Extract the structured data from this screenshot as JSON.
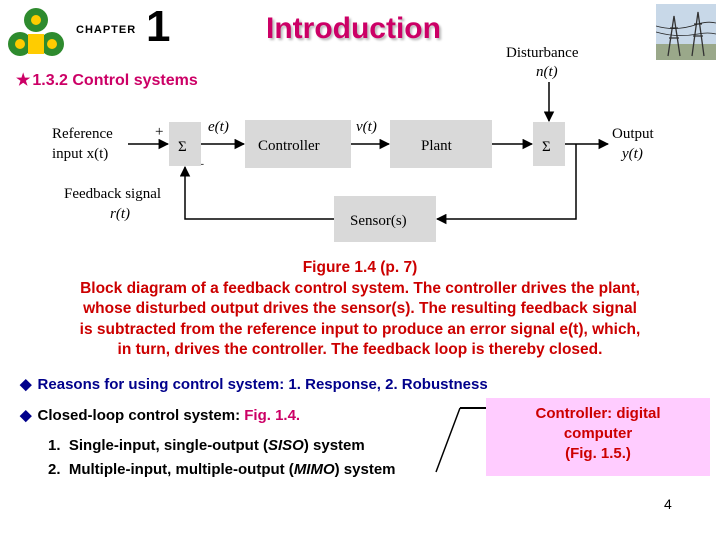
{
  "header": {
    "chapter_word": "CHAPTER",
    "chapter_number": "1",
    "title": "Introduction"
  },
  "section": {
    "star": "★",
    "title": "1.3.2 Control systems"
  },
  "diagram": {
    "disturbance_label": "Disturbance",
    "disturbance_symbol": "n(t)",
    "reference_label_1": "Reference",
    "reference_label_2": "input x(t)",
    "plus": "+",
    "minus": "–",
    "error_symbol": "e(t)",
    "sum_symbol": "Σ",
    "controller": "Controller",
    "v_symbol": "v(t)",
    "plant": "Plant",
    "output_label": "Output",
    "output_symbol": "y(t)",
    "feedback_label": "Feedback signal",
    "feedback_symbol": "r(t)",
    "sensor": "Sensor(s)"
  },
  "caption": {
    "line1": "Figure 1.4  (p. 7)",
    "line2": "Block diagram of a feedback control system.  The controller drives the plant,",
    "line3": "whose disturbed output drives the sensor(s).  The resulting feedback signal",
    "line4": "is subtracted from the reference input to produce an error signal e(t), which,",
    "line5": "in turn, drives the controller.  The feedback loop is thereby closed."
  },
  "bullets": {
    "diamond": "◆",
    "reasons": "Reasons for using control system: 1. Response, 2. Robustness",
    "closed_loop": "Closed-loop control system: ",
    "closed_loop_fig": "Fig. 1.4."
  },
  "list": [
    {
      "num": "1.",
      "pre": "Single-input, single-output (",
      "ital": "SISO",
      "post": ") system"
    },
    {
      "num": "2.",
      "pre": "Multiple-input, multiple-output (",
      "ital": "MIMO",
      "post": ") system"
    }
  ],
  "callout": {
    "line1": "Controller: digital",
    "line2": "computer",
    "line3": "(Fig. 1.5.)"
  },
  "page_number": "4",
  "colors": {
    "title": "#cc0066",
    "caption": "#cc0000",
    "bullet": "#00008b",
    "block": "#d9d9d9",
    "callout_bg": "#ffccff"
  }
}
